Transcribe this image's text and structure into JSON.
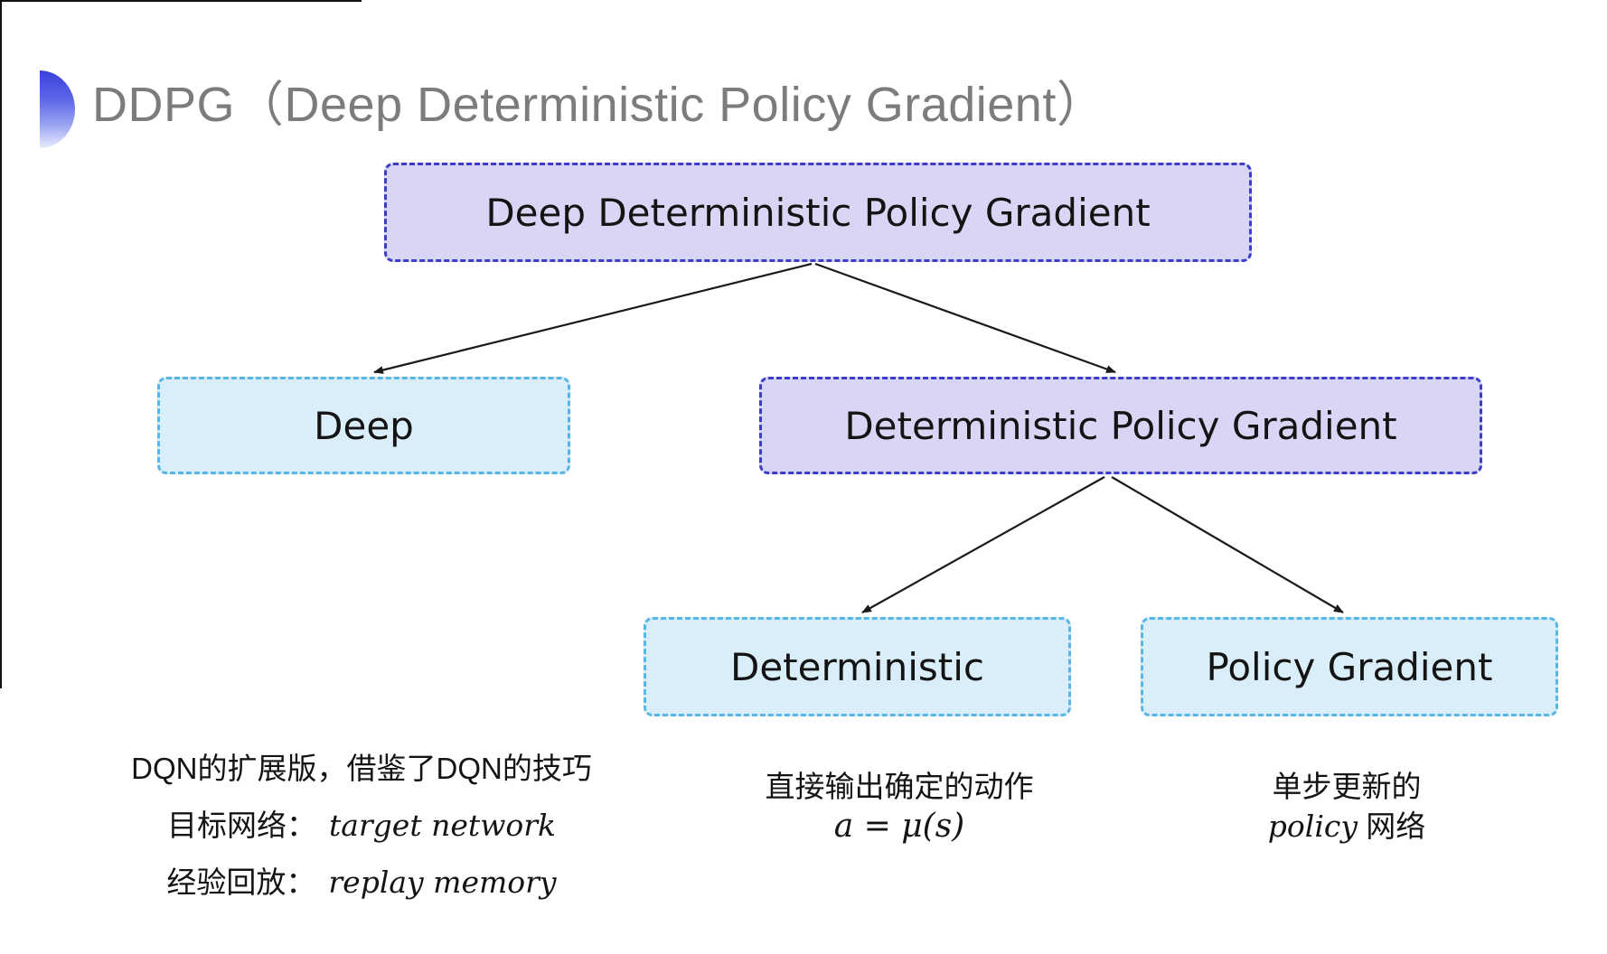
{
  "page": {
    "title": "DDPG（Deep Deterministic Policy Gradient）"
  },
  "diagram": {
    "nodes": [
      {
        "id": "ddpg",
        "label": "Deep Deterministic Policy Gradient",
        "variant": "purple"
      },
      {
        "id": "deep",
        "label": "Deep",
        "variant": "blue"
      },
      {
        "id": "dpg",
        "label": "Deterministic Policy Gradient",
        "variant": "purple"
      },
      {
        "id": "deterministic",
        "label": "Deterministic",
        "variant": "blue"
      },
      {
        "id": "policy_gradient",
        "label": "Policy Gradient",
        "variant": "blue"
      }
    ],
    "edges": [
      [
        "ddpg",
        "deep"
      ],
      [
        "ddpg",
        "dpg"
      ],
      [
        "dpg",
        "deterministic"
      ],
      [
        "dpg",
        "policy_gradient"
      ]
    ]
  },
  "annotations": {
    "deep_notes": {
      "line1": "DQN的扩展版，借鉴了DQN的技巧",
      "line2_label": "目标网络：",
      "line2_value": "target network",
      "line3_label": "经验回放：",
      "line3_value": "replay memory"
    },
    "deterministic_notes": {
      "line1": "直接输出确定的动作",
      "formula": "a = μ(s)"
    },
    "policy_gradient_notes": {
      "line1": "单步更新的",
      "line2_value": "policy",
      "line2_suffix": " 网络"
    }
  },
  "colors": {
    "purple_fill": "#d9d6f5",
    "purple_border": "#3d3dcb",
    "blue_fill": "#daeefa",
    "blue_border": "#57b6e6",
    "title_gray": "#7c7c7c",
    "bullet_blue_top": "#3a41dd",
    "bullet_blue_bottom": "#e9ecfd",
    "arrow_black": "#1a1a1a"
  }
}
